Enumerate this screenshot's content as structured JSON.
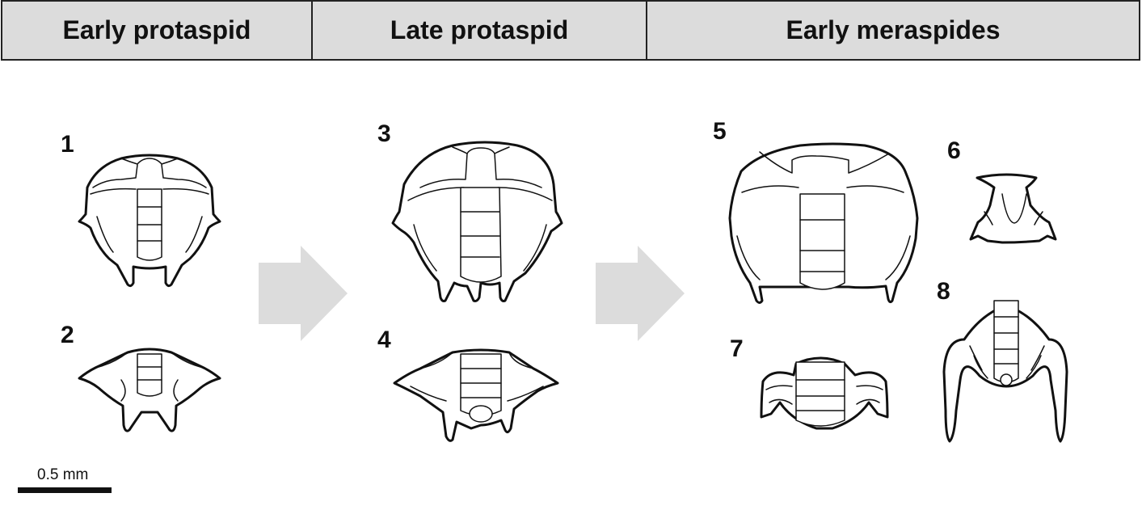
{
  "headers": [
    "Early protaspid",
    "Late protaspid",
    "Early meraspides"
  ],
  "specimens": [
    "1",
    "2",
    "3",
    "4",
    "5",
    "6",
    "7",
    "8"
  ],
  "scale_bar": {
    "label": "0.5 mm"
  },
  "colors": {
    "header_fill": "#dcdcdc",
    "arrow_fill": "#dcdcdc",
    "line": "#111111"
  }
}
